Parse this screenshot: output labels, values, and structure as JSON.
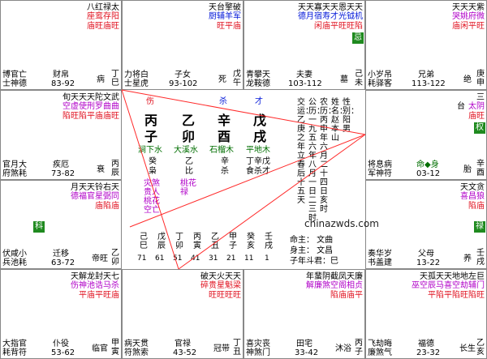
{
  "palaces": [
    {
      "key": "p_si",
      "stars_top": "八红禄太",
      "stars_bottom": "座鸾存阳",
      "brightness": "庙旺庙旺",
      "gods": "博官亡",
      "gods2": "士神德",
      "name": "财帛",
      "range": "83-92",
      "stem": "丁巳",
      "stage": "病"
    },
    {
      "key": "p_wu",
      "stars_top": "天台擎破",
      "stars_bottom": "厨辅羊军",
      "brightness": "旺平庙",
      "gods": "力将白",
      "gods2": "士星虎",
      "name": "子女",
      "range": "93-102",
      "stem": "戊午",
      "stage": "死"
    },
    {
      "key": "p_wei",
      "stars_top": "天天寡天天恩天天",
      "stars_bottom": "德月宿寿才光钺机",
      "brightness": "闲庙平旺旺陷",
      "gods": "青攀天",
      "gods2": "龙鞍德",
      "name": "夫妻",
      "range": "103-112",
      "stem": "己未",
      "stage": "墓",
      "badge": "忌"
    },
    {
      "key": "p_shen",
      "stars_top": "天天天紫",
      "stars_bottom": "哭姚府微",
      "brightness": "庙闲平旺",
      "gods": "小岁吊",
      "gods2": "耗驿客",
      "name": "兄弟",
      "range": "113-122",
      "stem": "庚申",
      "stage": "绝"
    },
    {
      "key": "p_chen",
      "stars_top": "旬天天天陀文武",
      "stars_bottom": "空虚使刑罗曲曲",
      "brightness": "陷旺陷平庙庙旺",
      "gods": "官月大",
      "gods2": "府煞耗",
      "name": "疾厄",
      "range": "73-82",
      "stem": "丙辰",
      "stage": "衰"
    },
    {
      "key": "p_you",
      "stars_top": "三",
      "stars_bottom": "台",
      "brightness": "太阴",
      "extra": "庙旺",
      "gods": "将息病",
      "gods2": "军神符",
      "name": "命◆身",
      "range": "03-12",
      "stem": "辛酉",
      "stage": "胎",
      "badge": "权"
    },
    {
      "key": "p_mao",
      "stars_top": "月天天铃右天",
      "stars_bottom": "德福官星弼同",
      "brightness": "庙陷庙",
      "gods": "伏咸小",
      "gods2": "兵池耗",
      "name": "迁移",
      "range": "63-72",
      "stem": "乙卯",
      "stage": "帝旺",
      "badge": "科"
    },
    {
      "key": "p_xu",
      "stars_top": "天文贪",
      "stars_bottom": "喜昌狼",
      "brightness": "陷庙",
      "gods": "奏华岁",
      "gods2": "书盖建",
      "name": "父母",
      "range": "13-22",
      "stem": "壬戌",
      "stage": "养",
      "badge": "禄"
    },
    {
      "key": "p_yin",
      "stars_top": "天解龙封天七",
      "stars_bottom": "伤神池诰马杀",
      "brightness": "平庙平旺庙",
      "gods": "大指官",
      "gods2": "耗背符",
      "name": "仆役",
      "range": "53-62",
      "stem": "甲寅",
      "stage": "临官"
    },
    {
      "key": "p_chou",
      "stars_top": "破天火天天",
      "stars_bottom": "碎贵星魁梁",
      "brightness": "旺旺旺旺",
      "gods": "病天贯",
      "gods2": "符煞索",
      "name": "官禄",
      "range": "43-52",
      "stem": "丁丑",
      "stage": "冠带"
    },
    {
      "key": "p_zi",
      "stars_top": "年蜚阴截凤天廉",
      "stars_bottom": "解廉煞空阁相贞",
      "brightness": "陷庙庙平",
      "gods": "喜灾丧",
      "gods2": "神煞门",
      "name": "田宅",
      "range": "33-42",
      "stem": "丙子",
      "stage": "沐浴"
    },
    {
      "key": "p_hai",
      "stars_top": "天孤天天地地左巨",
      "stars_bottom": "巫空辰马喜空劫辅门",
      "brightness": "平陷平陷旺陷旺",
      "gods": "飞劫晦",
      "gods2": "廉煞气",
      "name": "福德",
      "range": "23-32",
      "stem": "乙亥",
      "stage": "长生"
    }
  ],
  "center": {
    "pillars_top": [
      "伤",
      "",
      "杀",
      "才"
    ],
    "pillars_stem": [
      "丙",
      "乙",
      "辛",
      "戊"
    ],
    "pillars_branch": [
      "子",
      "卯",
      "酉",
      "戌"
    ],
    "nayin": [
      "涧下水",
      "大溪水",
      "石榴木",
      "平地木"
    ],
    "hidden": [
      "癸",
      "乙",
      "辛",
      "丁辛戊"
    ],
    "hidden_god": [
      "枭",
      "比",
      "杀",
      "食杀才"
    ],
    "stars": "灾煞贵人桃花空亡",
    "stars2": "桃花禄",
    "info_col1": "交运：乙庚之年立春后十五天",
    "info_col2": "公历：一九五六年八月一日二三时",
    "info_col3": "农历：丙申年六月二十四日亥时",
    "info_col4": "姓名：赵本山",
    "info_col5": "性别：阳男",
    "da_yun_stems": [
      "己巳",
      "戊辰",
      "丁卯",
      "丙寅",
      "乙丑",
      "甲子",
      "癸亥",
      "壬戌"
    ],
    "da_yun_ages": [
      "71",
      "61",
      "51",
      "41",
      "31",
      "21",
      "11",
      "1"
    ],
    "ming_zhu": "命主：  文曲",
    "shen_zhu": "身主：  文昌",
    "zinian": "子年斗君：巳"
  },
  "watermark": "chinazwds.com"
}
